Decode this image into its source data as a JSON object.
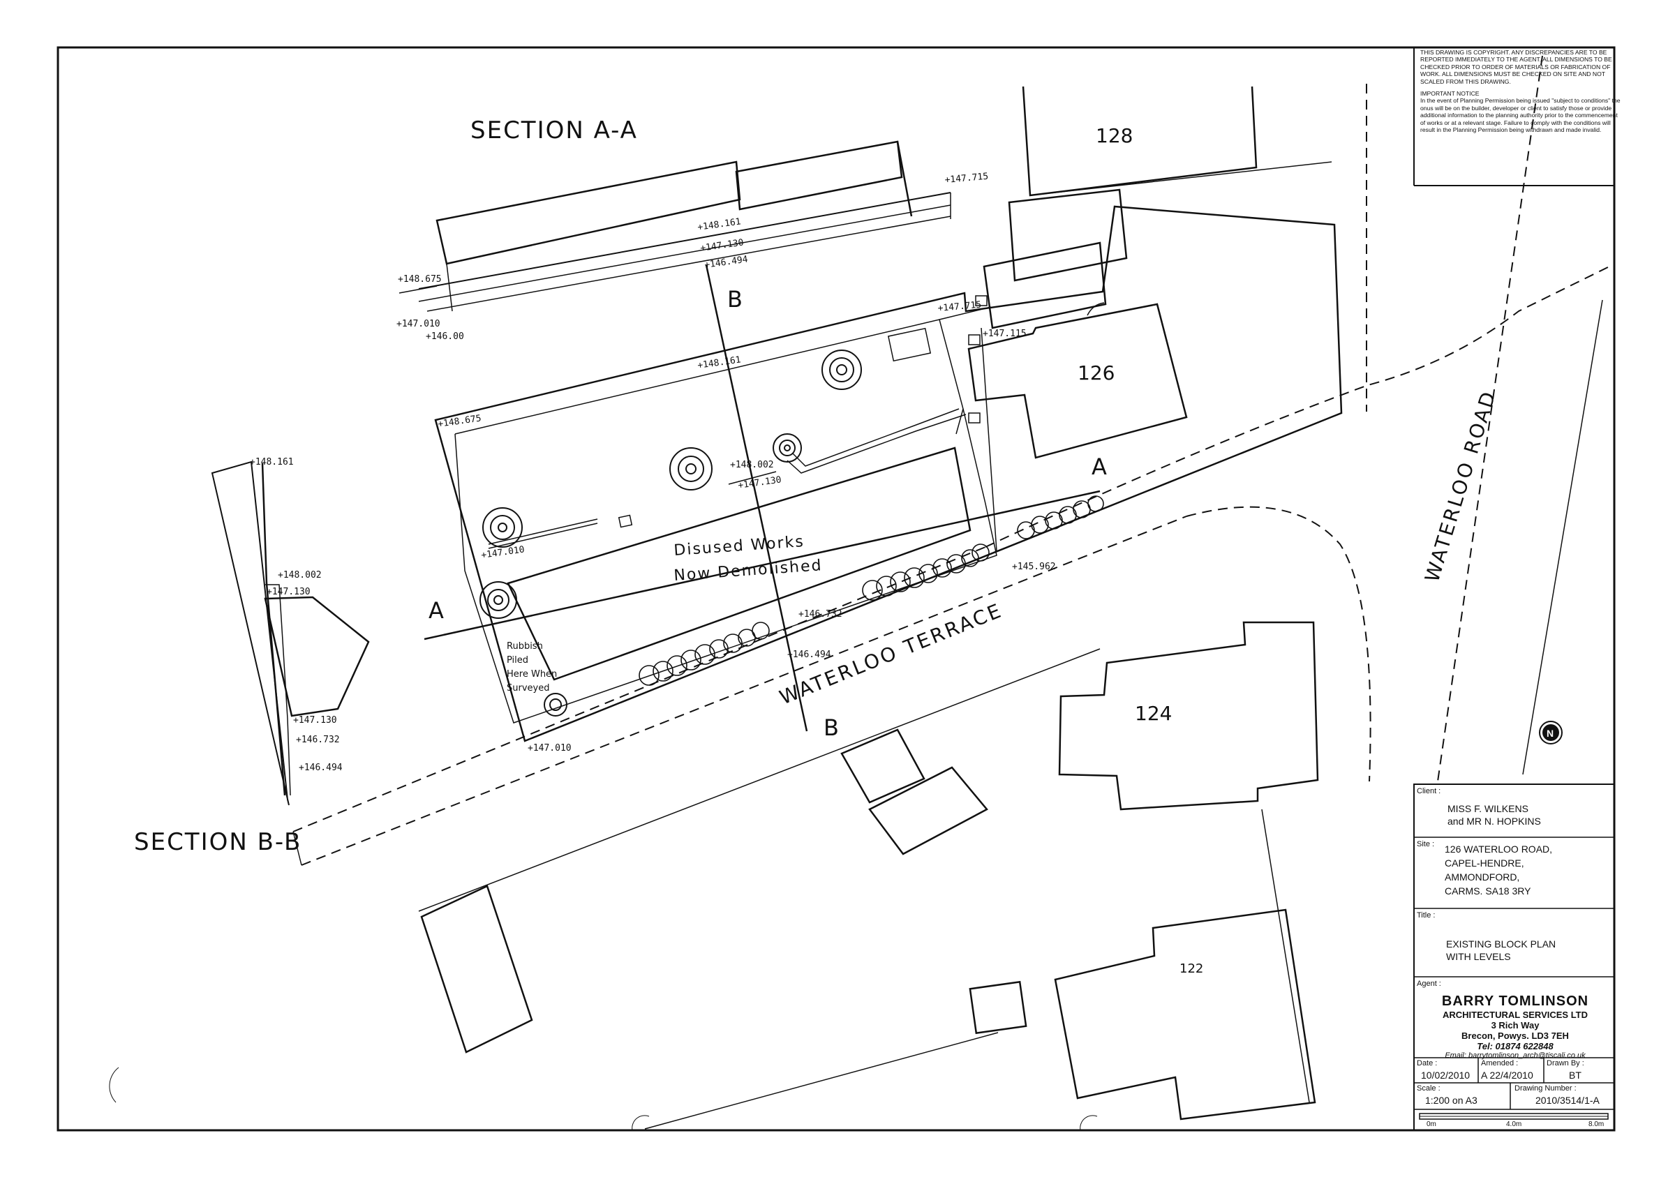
{
  "sections": {
    "section_aa": "SECTION A-A",
    "section_bb": "SECTION B-B"
  },
  "section_markers": {
    "a": "A",
    "b": "B"
  },
  "plots": {
    "p128": "128",
    "p126": "126",
    "p124": "124",
    "p122": "122"
  },
  "roads": {
    "waterloo_road": "WATERLOO ROAD",
    "waterloo_terrace": "WATERLOO TERRACE"
  },
  "notes": {
    "disused_line1": "Disused Works",
    "disused_line2": "Now Demolished",
    "rubbish_line1": "Rubbish",
    "rubbish_line2": "Piled",
    "rubbish_line3": "Here When",
    "rubbish_line4": "Surveyed"
  },
  "levels": {
    "l_147715_top": "+147.715",
    "l_148161_sec": "+148.161",
    "l_147130_sec": "+147.130",
    "l_146494_sec": "+146.494",
    "l_148675_sec": "+148.675",
    "l_147010_sec": "+147.010",
    "l_146000_sec": "+146.00",
    "l_147715_mid": "+147.715",
    "l_147115": "+147.115",
    "l_148161_plan": "+148.161",
    "l_148675_plan": "+148.675",
    "l_148002_plan": "+148.002",
    "l_147130_plan": "+147.130",
    "l_147010_plan_l": "+147.010",
    "l_146732_plan": "+146.732",
    "l_146494_plan": "+146.494",
    "l_145962": "+145.962",
    "l_147010_bottom": "+147.010",
    "bb_148161": "+148.161",
    "bb_148002": "+148.002",
    "bb_147130_top": "+147.130",
    "bb_147130": "+147.130",
    "bb_146732": "+146.732",
    "bb_146494": "+146.494"
  },
  "north_arrow": {
    "letter": "N"
  },
  "title_block": {
    "notice_1": "This drawing is copyright. Any discrepancies are to be reported immediately to the agent. All dimensions to be checked prior to order of materials or fabrication of work. All dimensions must be checked on site and not scaled from this drawing.",
    "notice_heading": "IMPORTANT NOTICE",
    "notice_2": "In the event of Planning Permission being issued \"subject to conditions\" the onus will be on the builder, developer or client to satisfy those or provide additional information to the planning authority prior to the commencement of works or at a relevant stage. Failure to comply with the conditions will result in the Planning Permission being withdrawn and made invalid.",
    "client_label": "Client :",
    "client_line1": "MISS F. WILKENS",
    "client_line2": "and MR N. HOPKINS",
    "site_label": "Site :",
    "site_line1": "126 WATERLOO ROAD,",
    "site_line2": "CAPEL-HENDRE,",
    "site_line3": "AMMONDFORD,",
    "site_line4": "CARMS.   SA18  3RY",
    "title_label": "Title :",
    "title_line1": "EXISTING BLOCK PLAN",
    "title_line2": "WITH LEVELS",
    "agent_label": "Agent :",
    "agent_name": "BARRY TOMLINSON",
    "agent_company": "ARCHITECTURAL SERVICES LTD",
    "agent_address1": "3  Rich Way",
    "agent_address2": "Brecon,  Powys.  LD3 7EH",
    "agent_tel": "Tel: 01874 622848",
    "agent_email": "Email: barrytomlinson_arch@tiscali.co.uk",
    "date_label": "Date :",
    "date_value": "10/02/2010",
    "amended_label": "Amended :",
    "amended_value": "A  22/4/2010",
    "drawn_label": "Drawn By :",
    "drawn_value": "BT",
    "scale_label": "Scale :",
    "scale_value": "1:200  on  A3",
    "drawing_no_label": "Drawing Number :",
    "drawing_no_value": "2010/3514/1-A",
    "scalebar_0": "0m",
    "scalebar_4": "4.0m",
    "scalebar_8": "8.0m"
  }
}
